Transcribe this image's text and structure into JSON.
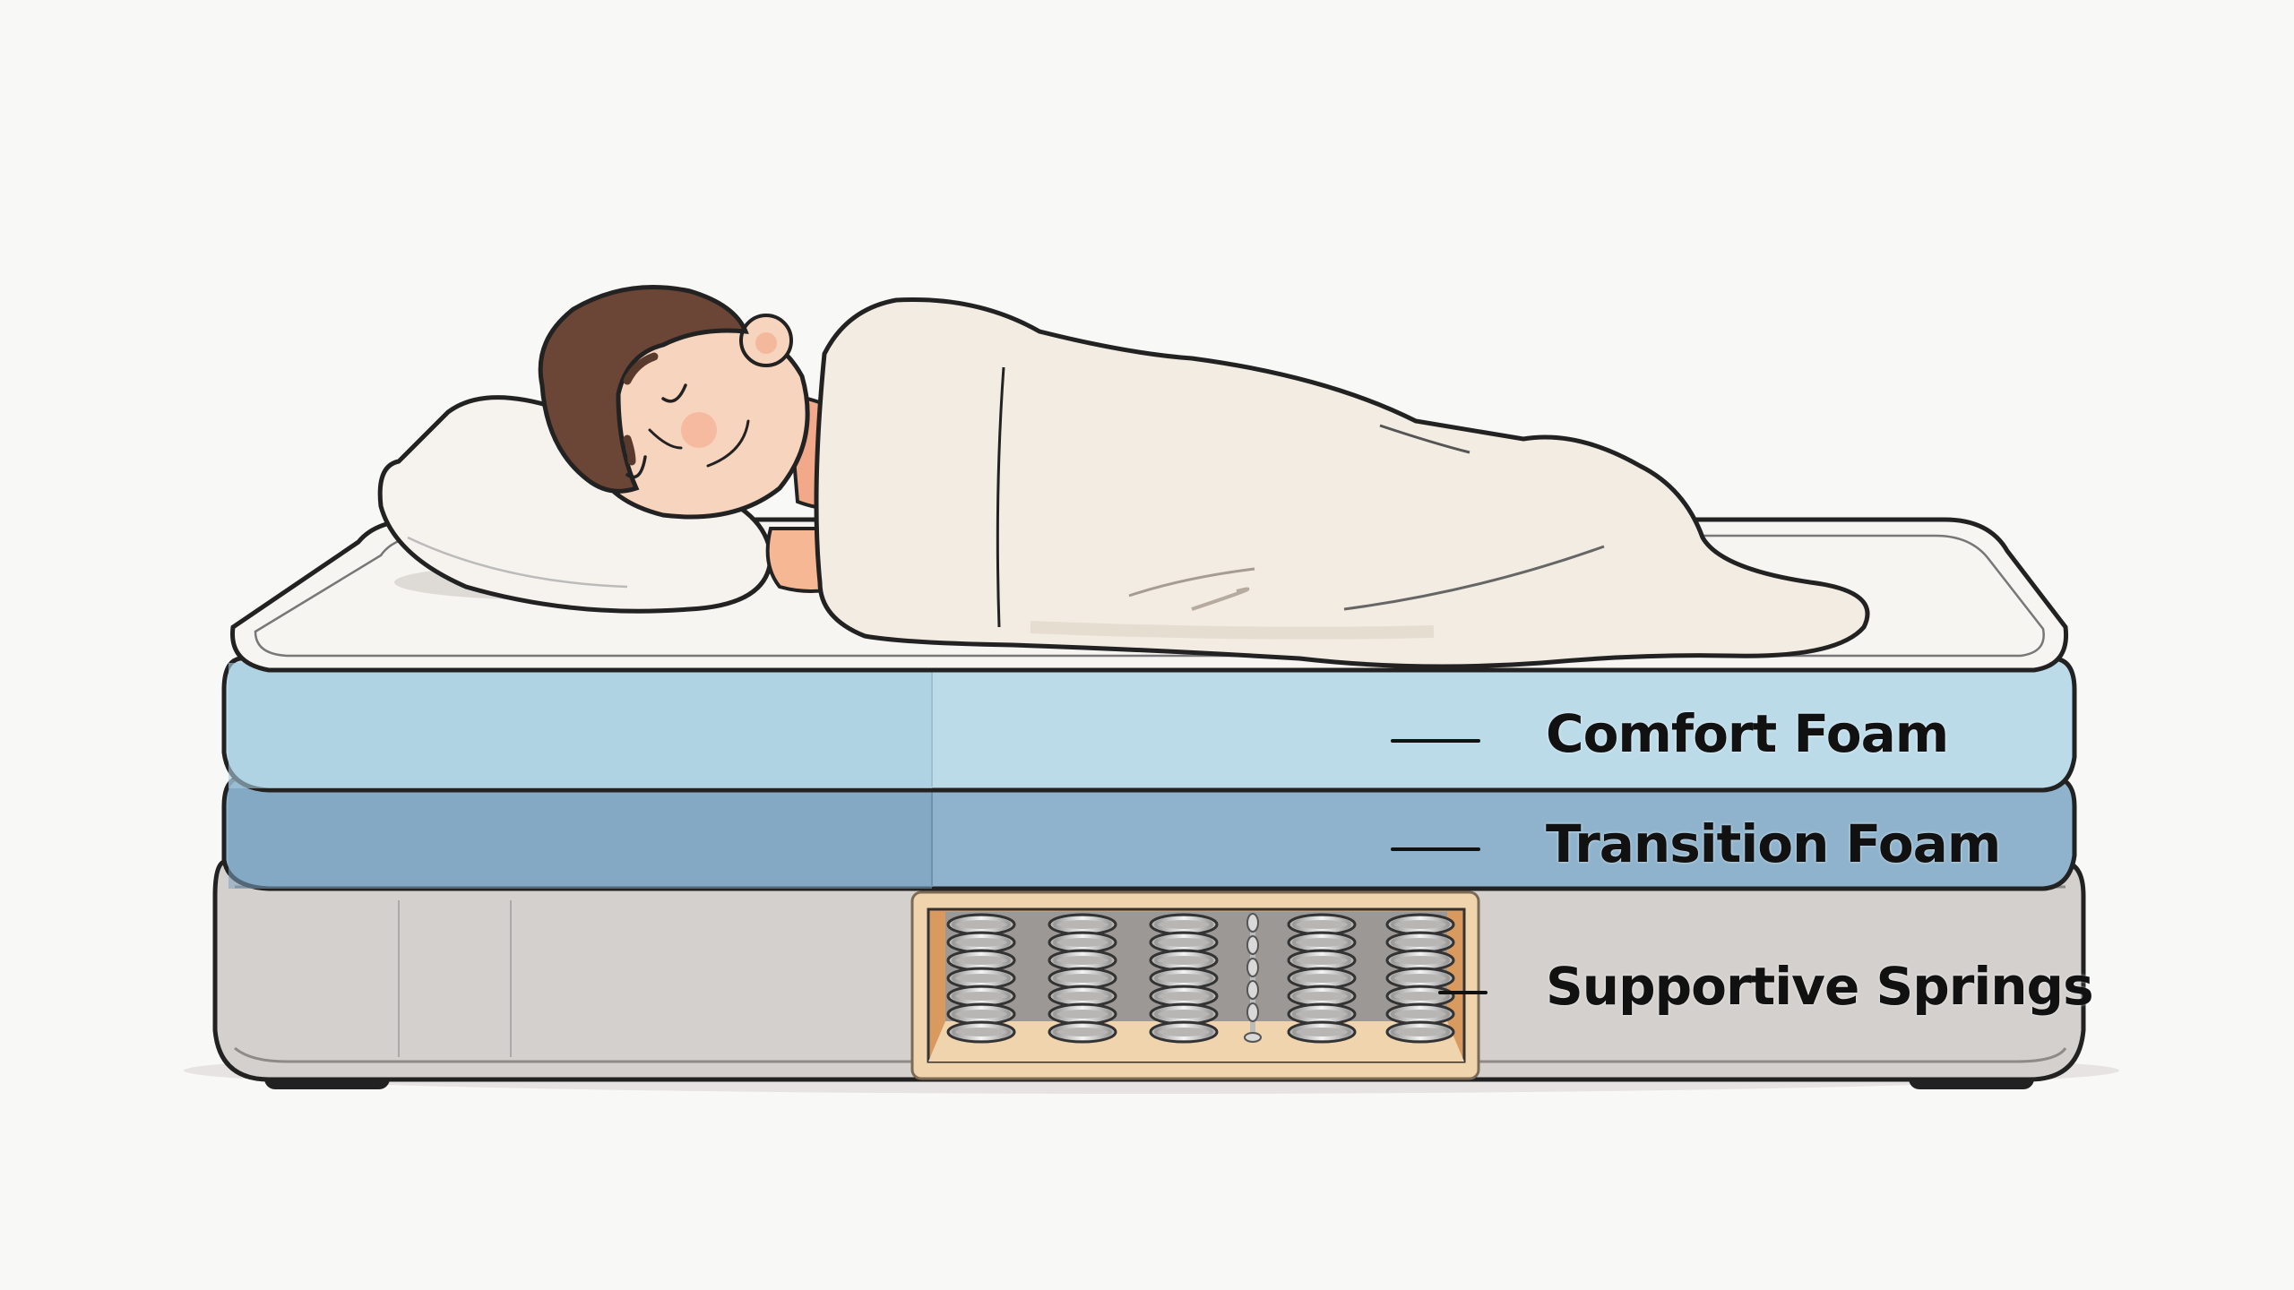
{
  "diagram": {
    "subject": "Sleeping person on layered mattress",
    "layers": [
      {
        "id": "comfort",
        "label": "Comfort Foam",
        "color": "#bcdbe9",
        "color_dark": "#a9cde0"
      },
      {
        "id": "transition",
        "label": "Transition Foam",
        "color": "#8fb3cc",
        "color_dark": "#7aa0bd"
      },
      {
        "id": "springs",
        "label": "Supportive Springs",
        "color": "#d3d0ce",
        "color_dark": "#c7c4c2"
      }
    ],
    "spring_cutout": {
      "coil_count": 5,
      "frame_color": "#f0d4ae",
      "inner_color": "#d99a5f",
      "back_color": "#9c9896"
    },
    "colors": {
      "background": "#f8f8f7",
      "pillow": "#f6f3ef",
      "blanket": "#f2ece2",
      "skin": "#f7d4bd",
      "hair": "#6b4535",
      "outline": "#222222",
      "topper": "#f7f5f2"
    }
  }
}
